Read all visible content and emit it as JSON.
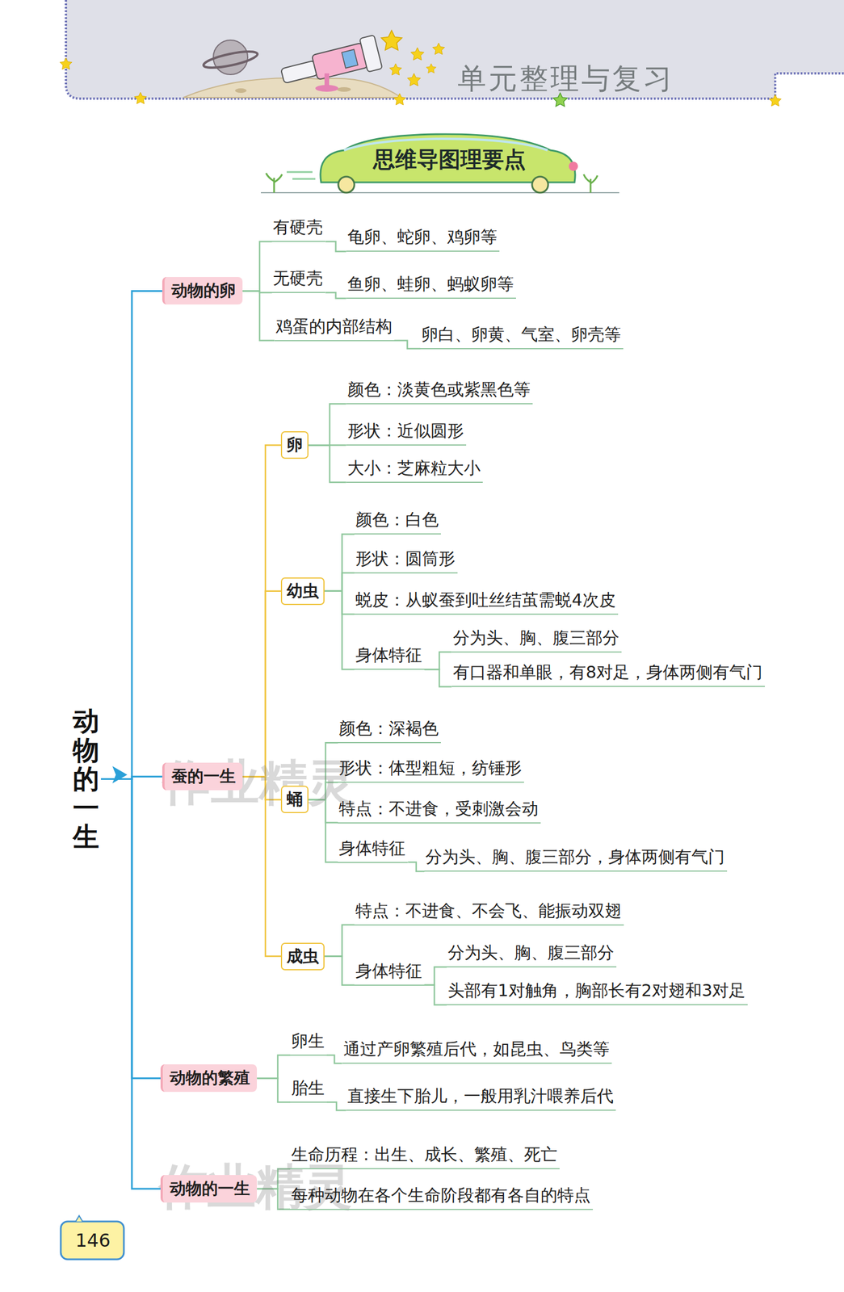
{
  "diagram": {
    "title": "单元整理与复习",
    "nodes": [
      {
        "text": [
          "动物的一生"
        ]
      },
      {
        "text": [
          "动物的卵"
        ]
      },
      {
        "text": [
          "有硬壳"
        ]
      },
      {
        "text": [
          "龟卵、蛇卵、鸡卵等"
        ]
      },
      {
        "text": [
          "无硬壳"
        ]
      },
      {
        "text": [
          "鱼卵、蛙卵、蚂蚁卵等"
        ]
      },
      {
        "text": [
          "鸡蛋的内部结构"
        ]
      },
      {
        "text": [
          "卵白、卵黄、气室、卵壳等"
        ]
      },
      {
        "text": [
          "蚕的一生"
        ]
      },
      {
        "text": [
          "卵"
        ]
      },
      {
        "text": [
          "颜色：淡黄色或紫黑色等"
        ]
      },
      {
        "text": [
          "形状：近似圆形"
        ]
      },
      {
        "text": [
          "大小：芝麻粒大小"
        ]
      },
      {
        "text": [
          "幼虫"
        ]
      },
      {
        "text": [
          "颜色：白色"
        ]
      },
      {
        "text": [
          "形状：圆筒形"
        ]
      },
      {
        "text": [
          "蜕皮：从蚁蚕到吐丝结茧需蜕4次皮"
        ]
      },
      {
        "text": [
          "身体特征"
        ]
      },
      {
        "text": [
          "分为头、胸、腹三部分"
        ]
      },
      {
        "text": [
          "有口器和单眼，有8对足，身体两侧有气门"
        ]
      },
      {
        "text": [
          "蛹"
        ]
      },
      {
        "text": [
          "颜色：深褐色"
        ]
      },
      {
        "text": [
          "形状：体型粗短，纺锤形"
        ]
      },
      {
        "text": [
          "特点：不进食，受刺激会动"
        ]
      },
      {
        "text": [
          "身体特征"
        ]
      },
      {
        "text": [
          "分为头、胸、腹三部分，身体两侧有气门"
        ]
      },
      {
        "text": [
          "成虫"
        ]
      },
      {
        "text": [
          "特点：不进食、不会飞、能振动双翅"
        ]
      },
      {
        "text": [
          "身体特征"
        ]
      },
      {
        "text": [
          "分为头、胸、腹三部分"
        ]
      },
      {
        "text": [
          "头部有1对触角，胸部长有2对翅和3对足"
        ]
      },
      {
        "text": [
          "动物的繁殖"
        ]
      },
      {
        "text": [
          "卵生"
        ]
      },
      {
        "text": [
          "通过产卵繁殖后代，如昆虫、鸟类等"
        ]
      },
      {
        "text": [
          "胎生"
        ]
      },
      {
        "text": [
          "直接生下胎儿，一般用乳汁喂养后代"
        ]
      },
      {
        "text": [
          "动物的一生"
        ]
      },
      {
        "text": [
          "生命历程：出生、成长、繁殖、死亡"
        ]
      },
      {
        "text": [
          "每种动物在各个生命阶段都有各自的特点"
        ]
      }
    ],
    "edges": [
      {
        "from": 0,
        "to": 1,
        "arrow": "none"
      },
      {
        "from": 0,
        "to": 8,
        "arrow": "none"
      },
      {
        "from": 0,
        "to": 31,
        "arrow": "none"
      },
      {
        "from": 0,
        "to": 36,
        "arrow": "none"
      },
      {
        "from": 1,
        "to": 2,
        "arrow": "none"
      },
      {
        "from": 1,
        "to": 4,
        "arrow": "none"
      },
      {
        "from": 1,
        "to": 6,
        "arrow": "none"
      },
      {
        "from": 2,
        "to": 3,
        "arrow": "none"
      },
      {
        "from": 4,
        "to": 5,
        "arrow": "none"
      },
      {
        "from": 6,
        "to": 7,
        "arrow": "none"
      },
      {
        "from": 8,
        "to": 9,
        "arrow": "none"
      },
      {
        "from": 8,
        "to": 13,
        "arrow": "none"
      },
      {
        "from": 8,
        "to": 20,
        "arrow": "none"
      },
      {
        "from": 8,
        "to": 26,
        "arrow": "none"
      },
      {
        "from": 9,
        "to": 10,
        "arrow": "none"
      },
      {
        "from": 9,
        "to": 11,
        "arrow": "none"
      },
      {
        "from": 9,
        "to": 12,
        "arrow": "none"
      },
      {
        "from": 13,
        "to": 14,
        "arrow": "none"
      },
      {
        "from": 13,
        "to": 15,
        "arrow": "none"
      },
      {
        "from": 13,
        "to": 16,
        "arrow": "none"
      },
      {
        "from": 13,
        "to": 17,
        "arrow": "none"
      },
      {
        "from": 17,
        "to": 18,
        "arrow": "none"
      },
      {
        "from": 17,
        "to": 19,
        "arrow": "none"
      },
      {
        "from": 20,
        "to": 21,
        "arrow": "none"
      },
      {
        "from": 20,
        "to": 22,
        "arrow": "none"
      },
      {
        "from": 20,
        "to": 23,
        "arrow": "none"
      },
      {
        "from": 20,
        "to": 24,
        "arrow": "none"
      },
      {
        "from": 24,
        "to": 25,
        "arrow": "none"
      },
      {
        "from": 26,
        "to": 27,
        "arrow": "none"
      },
      {
        "from": 26,
        "to": 28,
        "arrow": "none"
      },
      {
        "from": 28,
        "to": 29,
        "arrow": "none"
      },
      {
        "from": 28,
        "to": 30,
        "arrow": "none"
      },
      {
        "from": 31,
        "to": 32,
        "arrow": "none"
      },
      {
        "from": 31,
        "to": 34,
        "arrow": "none"
      },
      {
        "from": 32,
        "to": 33,
        "arrow": "none"
      },
      {
        "from": 34,
        "to": 35,
        "arrow": "none"
      },
      {
        "from": 36,
        "to": 37,
        "arrow": "none"
      },
      {
        "from": 36,
        "to": 38,
        "arrow": "none"
      }
    ],
    "labels": [
      "思维导图理要点",
      "146",
      "作业精灵",
      "作业精灵"
    ]
  }
}
